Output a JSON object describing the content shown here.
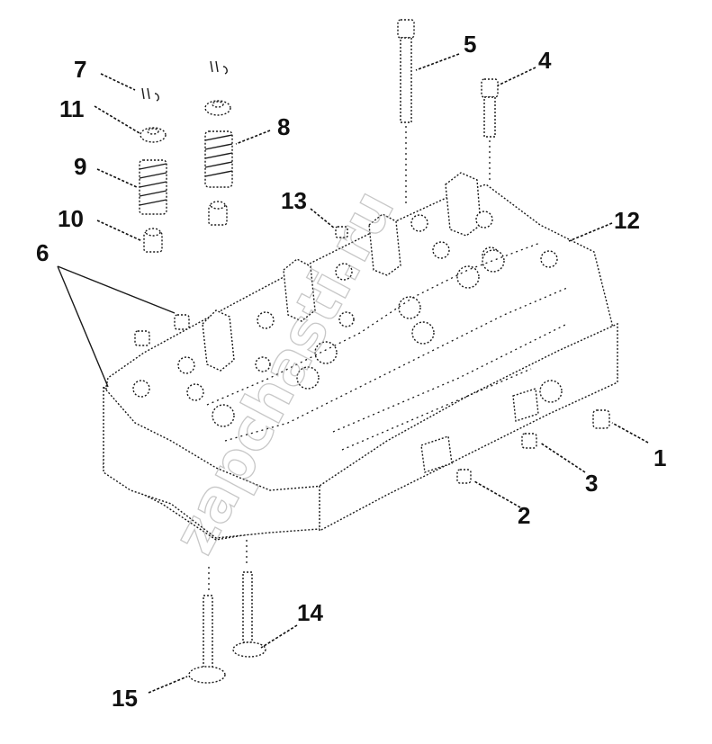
{
  "diagram": {
    "watermark": "zapchasti.ru",
    "callouts": [
      {
        "id": "1",
        "text": "1"
      },
      {
        "id": "2",
        "text": "2"
      },
      {
        "id": "3",
        "text": "3"
      },
      {
        "id": "4",
        "text": "4"
      },
      {
        "id": "5",
        "text": "5"
      },
      {
        "id": "6",
        "text": "6"
      },
      {
        "id": "7",
        "text": "7"
      },
      {
        "id": "8",
        "text": "8"
      },
      {
        "id": "9",
        "text": "9"
      },
      {
        "id": "10",
        "text": "10"
      },
      {
        "id": "11",
        "text": "11"
      },
      {
        "id": "12",
        "text": "12"
      },
      {
        "id": "13",
        "text": "13"
      },
      {
        "id": "14",
        "text": "14"
      },
      {
        "id": "15",
        "text": "15"
      }
    ]
  }
}
